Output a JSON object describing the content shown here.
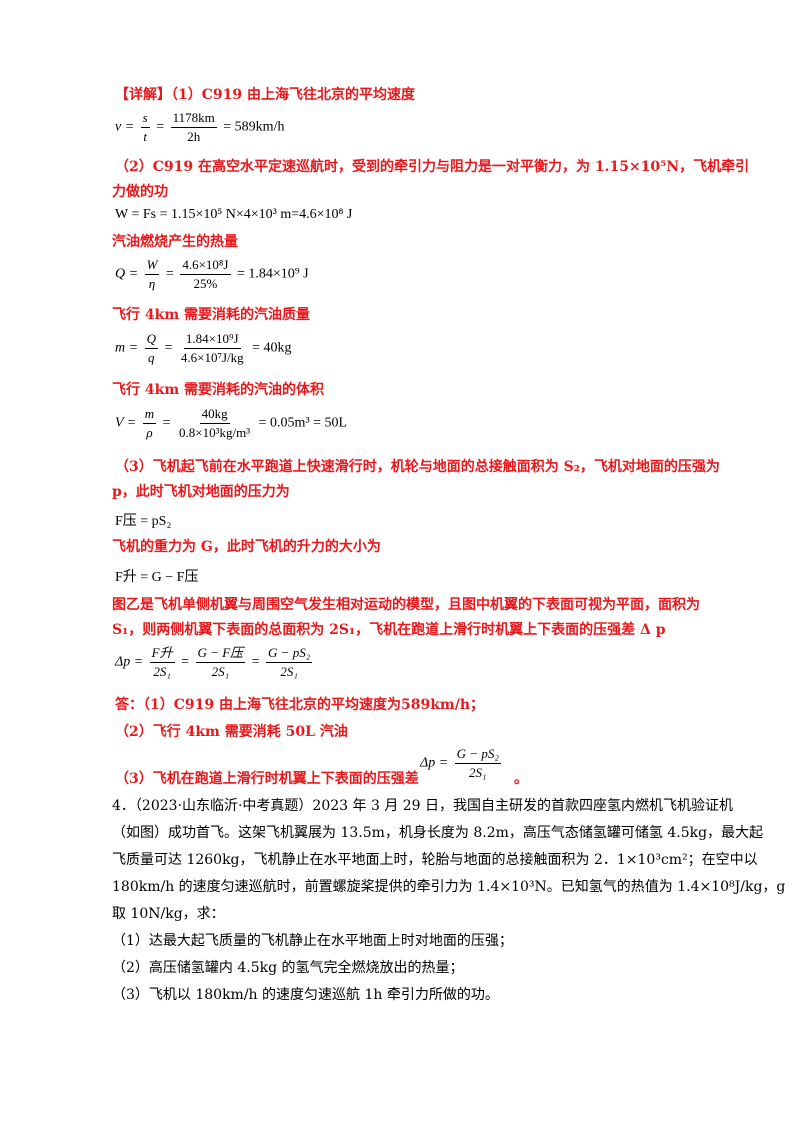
{
  "detail": {
    "label": "【详解】",
    "q1_title": "（1）C919 由上海飞往北京的平均速度",
    "q2_intro_a": "（2）C919 在高空水平定速巡航时，受到的牵引力与阻力是一对平衡力，为 1.15×10⁵N，飞机牵引",
    "q2_intro_b": "力做的功",
    "heat_title": "汽油燃烧产生的热量",
    "mass_title": "飞行 4km 需要消耗的汽油质量",
    "volume_title": "飞行 4km 需要消耗的汽油的体积",
    "q3_intro_a": "（3）飞机起飞前在水平跑道上快速滑行时，机轮与地面的总接触面积为 S₂，飞机对地面的压强为",
    "q3_intro_b": "p，此时飞机对地面的压力为",
    "gravity_text": "飞机的重力为 G，此时飞机的升力的大小为",
    "wing_a": "图乙是飞机单侧机翼与周围空气发生相对运动的模型，且图中机翼的下表面可视为平面，面积为",
    "wing_b": "S₁，则两侧机翼下表面的总面积为 2S₁，飞机在跑道上滑行时机翼上下表面的压强差 Δ p",
    "ans1": "答：（1）C919 由上海飞往北京的平均速度为589km/h；",
    "ans2": "（2）飞行 4km 需要消耗 50L 汽油",
    "ans3": "（3）飞机在跑道上滑行时机翼上下表面的压强差",
    "ans3_end": "。"
  },
  "formulas": {
    "v": {
      "lhs": "v =",
      "num": "s",
      "den": "t",
      "mid_num": "1178km",
      "mid_den": "2h",
      "rhs": "= 589km/h"
    },
    "w": {
      "text": "W = Fs = 1.15×10⁵ N×4×10³ m=4.6×10⁸ J"
    },
    "q": {
      "lhs": "Q =",
      "num": "W",
      "den": "η",
      "mid_num": "4.6×10⁸J",
      "mid_den": "25%",
      "rhs": "= 1.84×10⁹ J"
    },
    "m": {
      "lhs": "m =",
      "num": "Q",
      "den": "q",
      "mid_num": "1.84×10⁹J",
      "mid_den": "4.6×10⁷J/kg",
      "rhs": "= 40kg"
    },
    "V": {
      "lhs": "V =",
      "num": "m",
      "den": "ρ",
      "mid_num": "40kg",
      "mid_den": "0.8×10³kg/m³",
      "rhs": "= 0.05m³ = 50L"
    },
    "F_press": {
      "text": "F压 = pS₂"
    },
    "F_lift": {
      "text": "F升 = G − F压"
    },
    "dp": {
      "lhs": "Δp =",
      "n1": "F升",
      "d1": "2S₁",
      "n2": "G − F压",
      "d2": "2S₁",
      "n3": "G − pS₂",
      "d3": "2S₁"
    },
    "dp_ans": {
      "lhs": "Δp =",
      "num": "G − pS₂",
      "den": "2S₁"
    }
  },
  "q4": {
    "line1": "4．（2023·山东临沂·中考真题）2023 年 3 月 29 日，我国自主研发的首款四座氢内燃机飞机验证机",
    "line2": "（如图）成功首飞。这架飞机翼展为 13.5m，机身长度为 8.2m，高压气态储氢罐可储氢 4.5kg，最大起",
    "line3": "飞质量可达 1260kg，飞机静止在水平地面上时，轮胎与地面的总接触面积为 2．1×10³cm²；在空中以",
    "line4": "180km/h 的速度匀速巡航时，前置螺旋桨提供的牵引力为 1.4×10³N。已知氢气的热值为 1.4×10⁸J/kg，g",
    "line5": "取 10N/kg，求：",
    "sub1": "（1）达最大起飞质量的飞机静止在水平地面上时对地面的压强；",
    "sub2": "（2）高压储氢罐内 4.5kg 的氢气完全燃烧放出的热量；",
    "sub3": "（3）飞机以 180km/h 的速度匀速巡航 1h 牵引力所做的功。"
  }
}
